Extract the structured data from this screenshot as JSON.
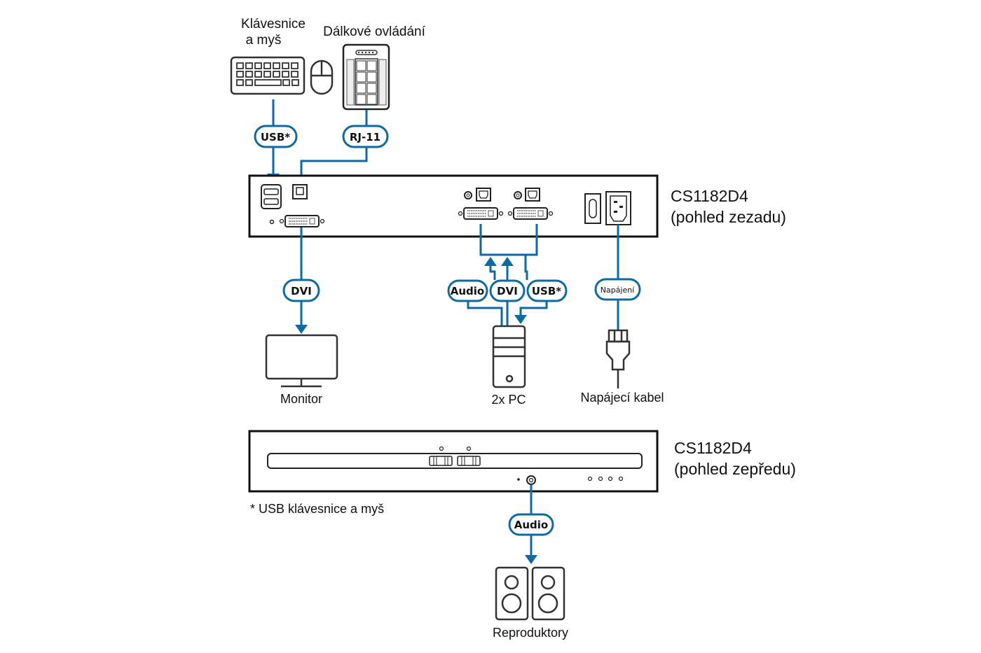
{
  "devices": {
    "keyboard_mouse": "Klávesnice\na myš",
    "keyboard_mouse_l1": "Klávesnice",
    "keyboard_mouse_l2": "a myš",
    "remote": "Dálkové ovládání",
    "monitor": "Monitor",
    "pc": "2x PC",
    "power_cable": "Napájecí kabel",
    "speakers": "Reproduktory"
  },
  "unit": {
    "rear_l1": "CS1182D4",
    "rear_l2": "(pohled zezadu)",
    "front_l1": "CS1182D4",
    "front_l2": "(pohled zepředu)"
  },
  "connections": {
    "kb_usb": "USB*",
    "remote_rj11": "RJ-11",
    "monitor_dvi": "DVI",
    "pc_audio": "Audio",
    "pc_dvi": "DVI",
    "pc_usb": "USB*",
    "power": "Napájení",
    "speaker_audio": "Audio"
  },
  "footnote": "* USB klávesnice a myš",
  "colors": {
    "wire": "#0e6aa0",
    "outline": "#111111"
  }
}
